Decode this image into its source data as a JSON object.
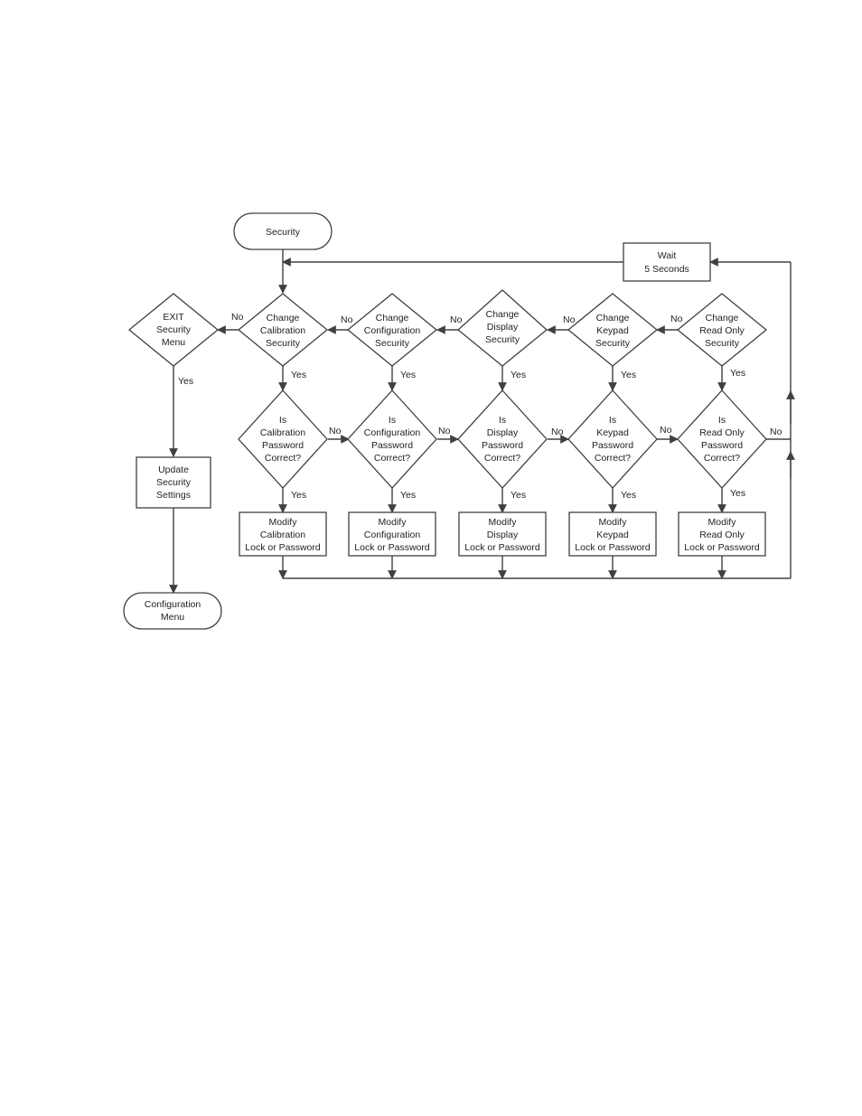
{
  "terminals": {
    "start": [
      "Security"
    ],
    "end": [
      "Configuration",
      "Menu"
    ]
  },
  "wait_box": [
    "Wait",
    "5 Seconds"
  ],
  "exit_decision": [
    "EXIT",
    "Security",
    "Menu"
  ],
  "update_box": [
    "Update",
    "Security",
    "Settings"
  ],
  "columns": [
    {
      "change": [
        "Change",
        "Calibration",
        "Security"
      ],
      "check": [
        "Is",
        "Calibration",
        "Password",
        "Correct?"
      ],
      "modify": [
        "Modify",
        "Calibration",
        "Lock or Password"
      ]
    },
    {
      "change": [
        "Change",
        "Configuration",
        "Security"
      ],
      "check": [
        "Is",
        "Configuration",
        "Password",
        "Correct?"
      ],
      "modify": [
        "Modify",
        "Configuration",
        "Lock or Password"
      ]
    },
    {
      "change": [
        "Change",
        "Display",
        "Security"
      ],
      "check": [
        "Is",
        "Display",
        "Password",
        "Correct?"
      ],
      "modify": [
        "Modify",
        "Display",
        "Lock or Password"
      ]
    },
    {
      "change": [
        "Change",
        "Keypad",
        "Security"
      ],
      "check": [
        "Is",
        "Keypad",
        "Password",
        "Correct?"
      ],
      "modify": [
        "Modify",
        "Keypad",
        "Lock or Password"
      ]
    },
    {
      "change": [
        "Change",
        "Read Only",
        "Security"
      ],
      "check": [
        "Is",
        "Read Only",
        "Password",
        "Correct?"
      ],
      "modify": [
        "Modify",
        "Read Only",
        "Lock or Password"
      ]
    }
  ],
  "edge_labels": {
    "yes": "Yes",
    "no": "No"
  }
}
